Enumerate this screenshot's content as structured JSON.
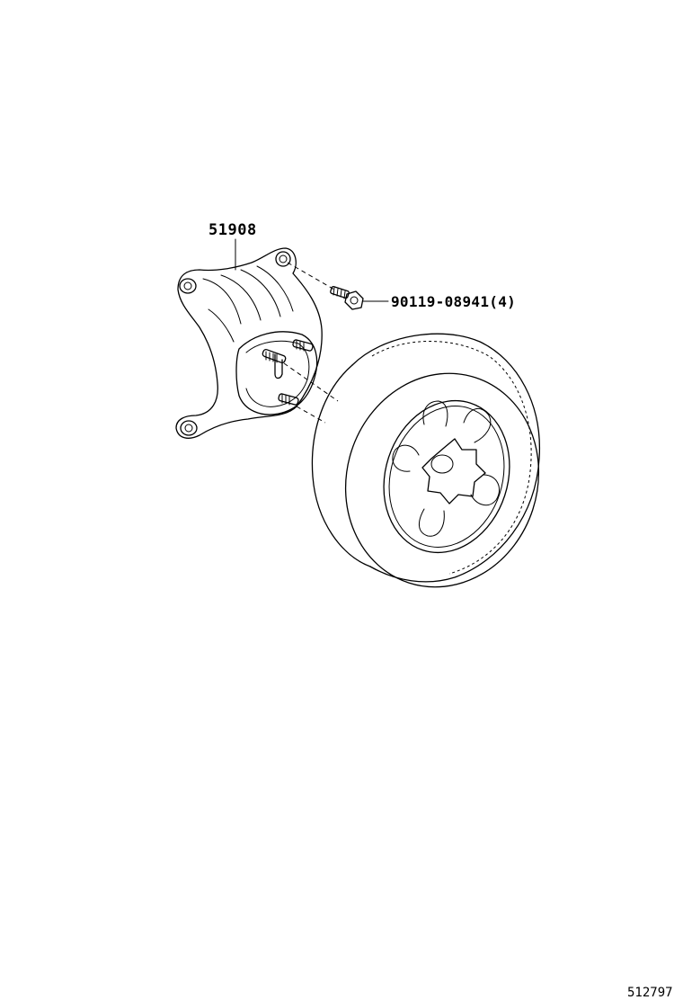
{
  "callouts": {
    "carrier_part_number": "51908",
    "bolt_part_number": "90119-08941(4)"
  },
  "figure_number": "512797"
}
